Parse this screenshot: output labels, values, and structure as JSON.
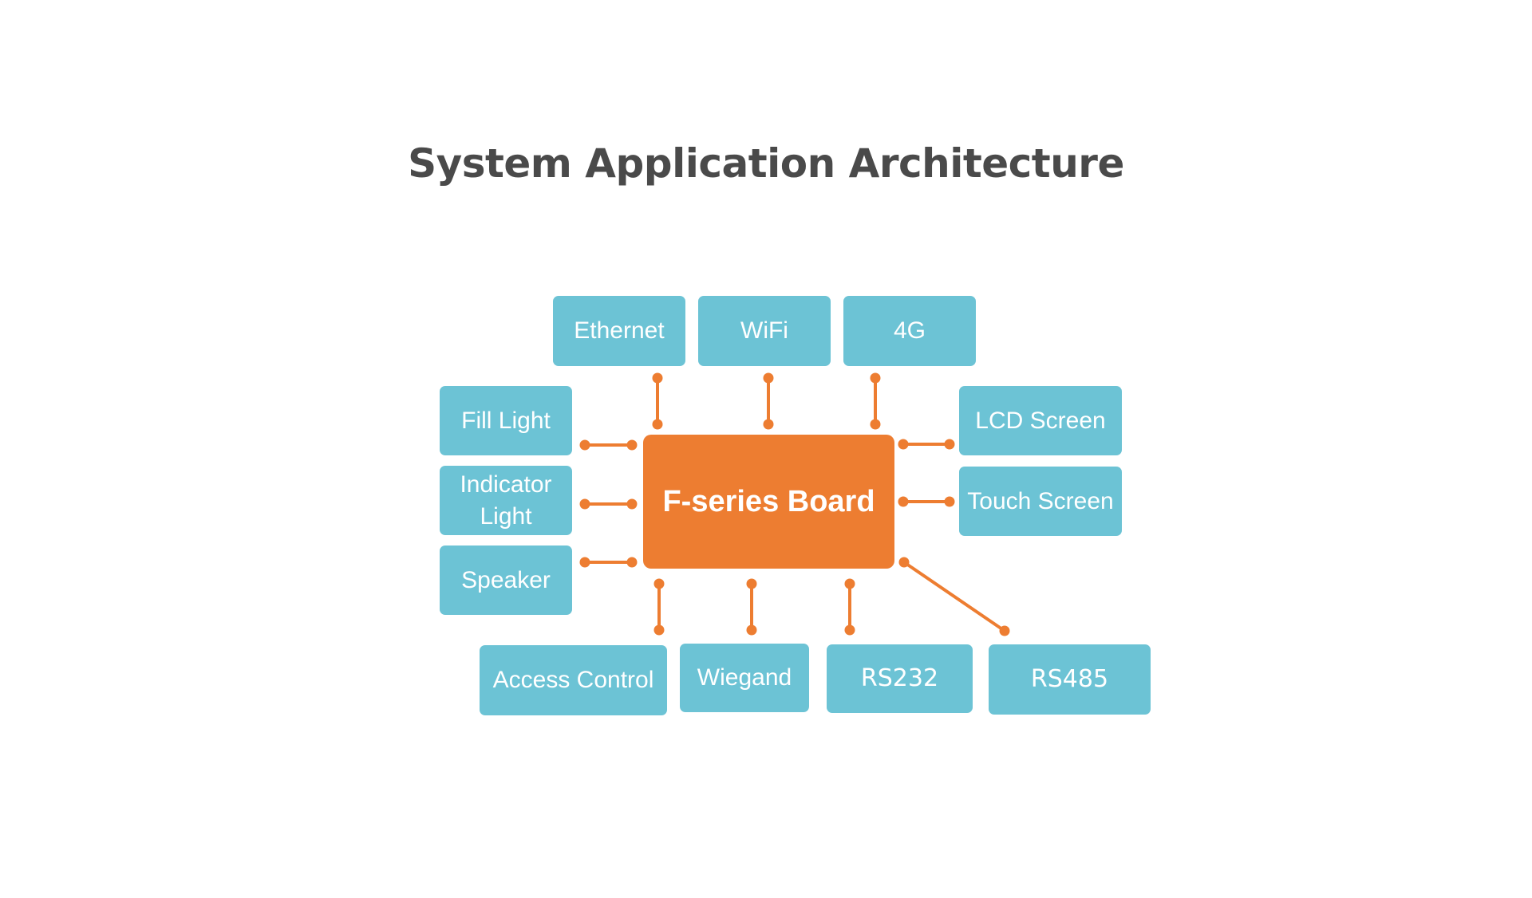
{
  "title": "System Application Architecture",
  "center": {
    "label": "F-series Board"
  },
  "nodes": {
    "ethernet": "Ethernet",
    "wifi": "WiFi",
    "g4": "4G",
    "fill_light": "Fill Light",
    "indicator_light": "Indicator Light",
    "speaker": "Speaker",
    "lcd_screen": "LCD Screen",
    "touch_screen": "Touch Screen",
    "access_control": "Access Control",
    "wiegand": "Wiegand",
    "rs232": "RS232",
    "rs485": "RS485"
  },
  "colors": {
    "node": "#6cc3d5",
    "board": "#ed7d31",
    "connector": "#ed7d31",
    "title": "#4a4a4a"
  }
}
